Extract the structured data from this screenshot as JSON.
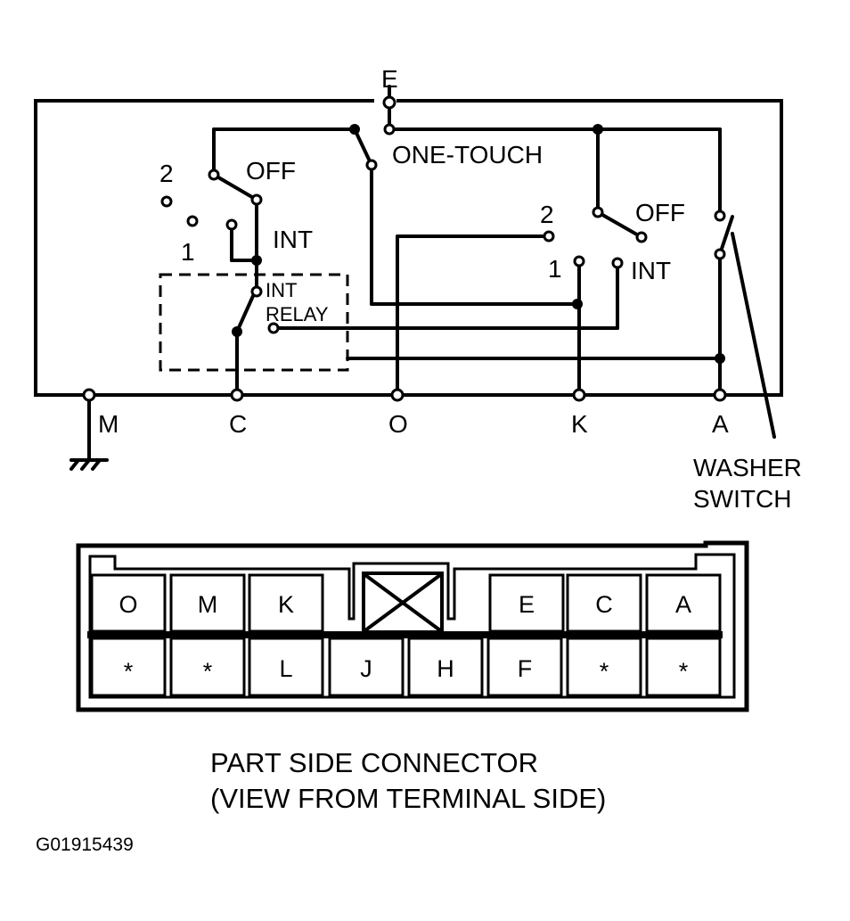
{
  "switch_diagram": {
    "terminal_top": "E",
    "one_touch": "ONE-TOUCH",
    "wiper_switch": {
      "pos_2": "2",
      "pos_off": "OFF",
      "pos_1": "1",
      "pos_int": "INT"
    },
    "washer_side_switch": {
      "pos_2": "2",
      "pos_off": "OFF",
      "pos_1": "1",
      "pos_int": "INT"
    },
    "int_relay": {
      "line1": "INT",
      "line2": "RELAY"
    },
    "bottom_terminals": [
      "M",
      "C",
      "O",
      "K",
      "A"
    ],
    "washer_switch": {
      "line1": "WASHER",
      "line2": "SWITCH"
    }
  },
  "connector": {
    "top_row": [
      "O",
      "M",
      "K",
      "",
      "E",
      "C",
      "A"
    ],
    "bottom_row": [
      "*",
      "*",
      "L",
      "J",
      "H",
      "F",
      "*",
      "*"
    ],
    "caption_line1": "PART SIDE CONNECTOR",
    "caption_line2": "(VIEW FROM TERMINAL SIDE)"
  },
  "figure_code": "G01915439"
}
